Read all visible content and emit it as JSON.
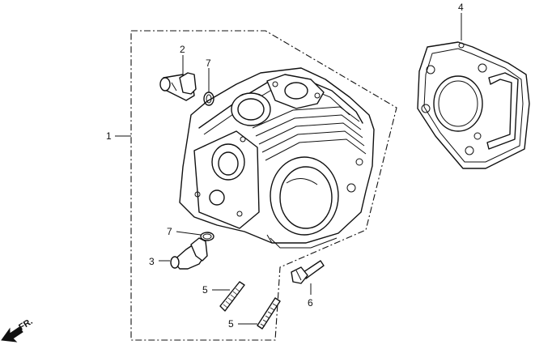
{
  "callouts": {
    "part_1": "1",
    "part_2": "2",
    "part_3": "3",
    "part_4": "4",
    "part_5a": "5",
    "part_5b": "5",
    "part_6": "6",
    "part_7a": "7",
    "part_7b": "7"
  },
  "direction": {
    "label": "FR.",
    "icon": "front-arrow-icon"
  }
}
